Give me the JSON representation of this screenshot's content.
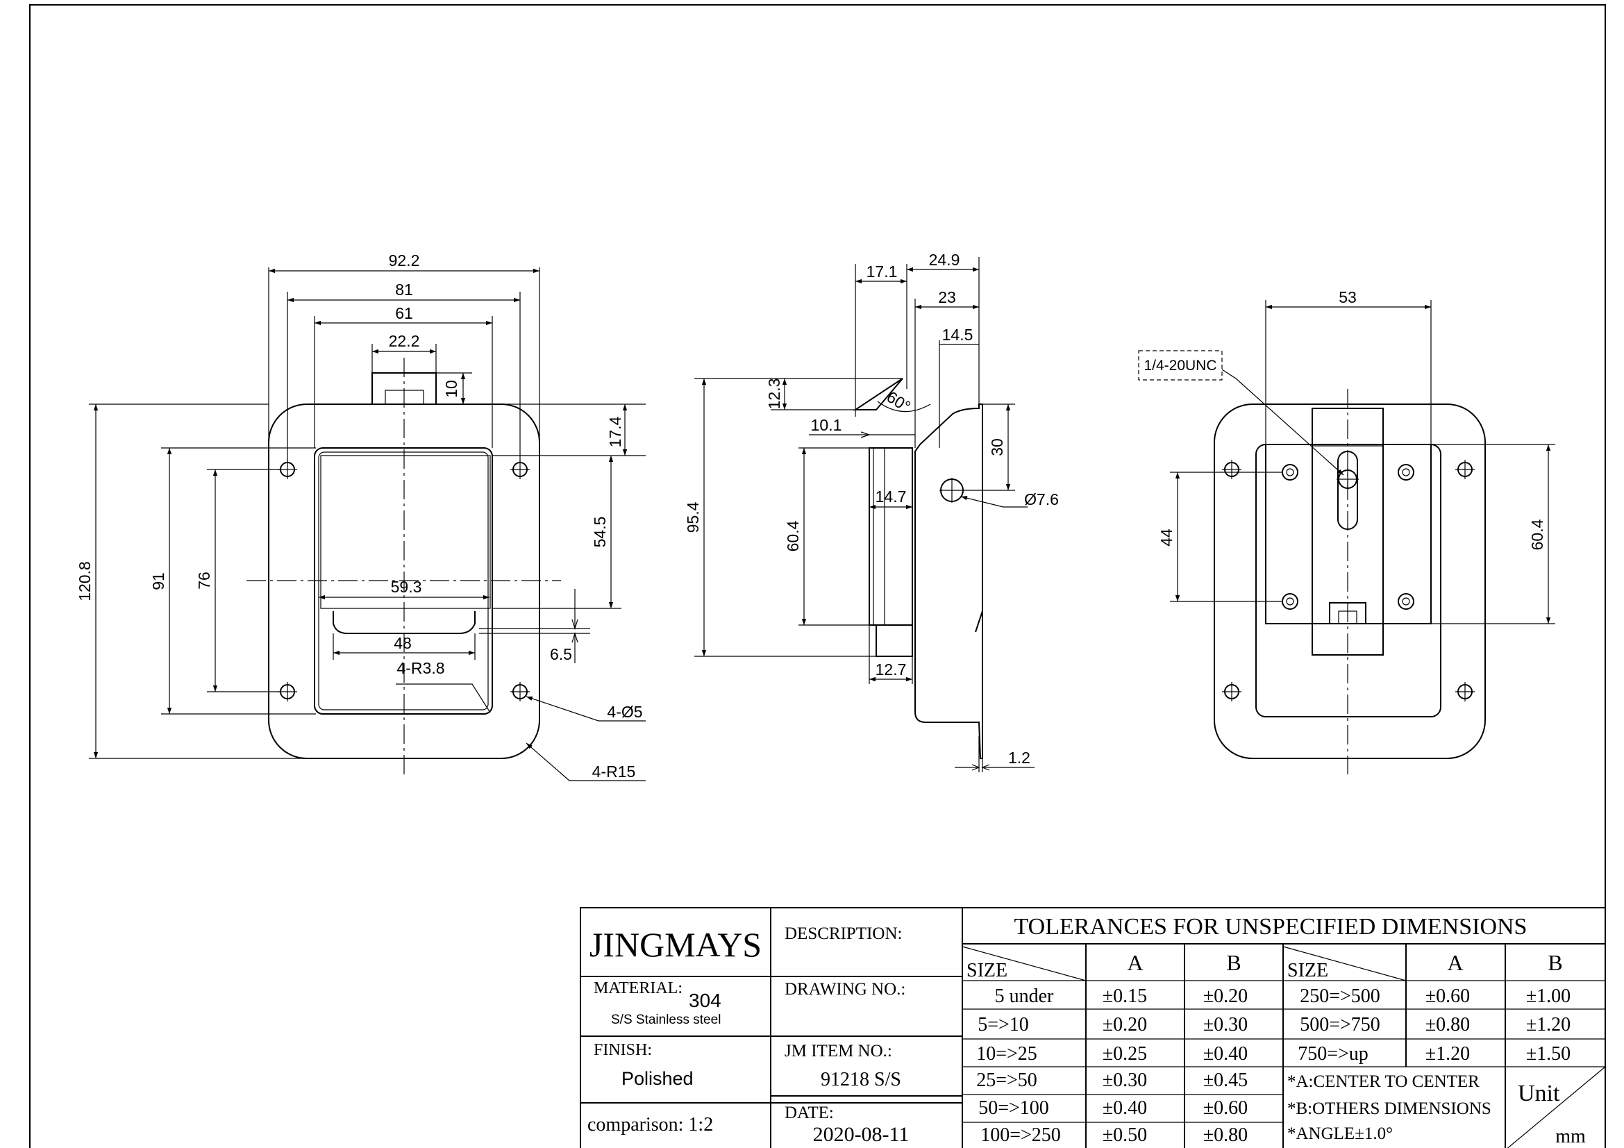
{
  "front_view": {
    "dims": {
      "overall_width": "92.2",
      "outer_hole_span": "81",
      "recess_width": "61",
      "tab_width": "22.2",
      "tab_height": "10",
      "tab_offset": "17.4",
      "upper_height": "54.5",
      "overall_height": "120.8",
      "inner_height": "91",
      "hole_pitch": "76",
      "paddle_width": "59.3",
      "paddle_inner": "48",
      "paddle_gap": "6.5",
      "inner_radius": "4-R3.8",
      "hole_dia": "4-Ø5",
      "corner_radius": "4-R15"
    }
  },
  "side_view": {
    "dims": {
      "depth_a": "17.1",
      "depth_b": "24.9",
      "depth_c": "23",
      "depth_d": "14.5",
      "angle": "60°",
      "lip": "12.3",
      "offset": "10.1",
      "hole_offset": "30",
      "hole_dia": "Ø7.6",
      "overall_height": "95.4",
      "body_height": "60.4",
      "body_depth": "14.7",
      "bottom_depth": "12.7",
      "thickness": "1.2"
    }
  },
  "back_view": {
    "dims": {
      "thread": "1/4-20UNC",
      "stud_span": "53",
      "stud_pitch": "44",
      "body_height": "60.4"
    }
  },
  "title_block": {
    "company": "JINGMAYS",
    "material_label": "MATERIAL:",
    "material_value": "304",
    "material_sub": "S/S Stainless steel",
    "finish_label": "FINISH:",
    "finish_value": "Polished",
    "comparison": "comparison: 1:2",
    "description_label": "DESCRIPTION:",
    "drawing_no_label": "DRAWING NO.:",
    "item_no_label": "JM ITEM NO.:",
    "item_no_value": "91218 S/S",
    "date_label": "DATE:",
    "date_value": "2020-08-11",
    "tolerance_title": "TOLERANCES FOR UNSPECIFIED DIMENSIONS",
    "size_header": "SIZE",
    "col_a": "A",
    "col_b": "B",
    "rows_left": [
      {
        "size": "5 under",
        "a": "±0.15",
        "b": "±0.20"
      },
      {
        "size": "5=>10",
        "a": "±0.20",
        "b": "±0.30"
      },
      {
        "size": "10=>25",
        "a": "±0.25",
        "b": "±0.40"
      },
      {
        "size": "25=>50",
        "a": "±0.30",
        "b": "±0.45"
      },
      {
        "size": "50=>100",
        "a": "±0.40",
        "b": "±0.60"
      },
      {
        "size": "100=>250",
        "a": "±0.50",
        "b": "±0.80"
      }
    ],
    "rows_right": [
      {
        "size": "250=>500",
        "a": "±0.60",
        "b": "±1.00"
      },
      {
        "size": "500=>750",
        "a": "±0.80",
        "b": "±1.20"
      },
      {
        "size": "750=>up",
        "a": "±1.20",
        "b": "±1.50"
      }
    ],
    "note_a": "*A:CENTER TO CENTER",
    "note_b": "*B:OTHERS DIMENSIONS",
    "note_angle": "*ANGLE±1.0°",
    "unit_label": "Unit",
    "unit_value": "mm"
  }
}
